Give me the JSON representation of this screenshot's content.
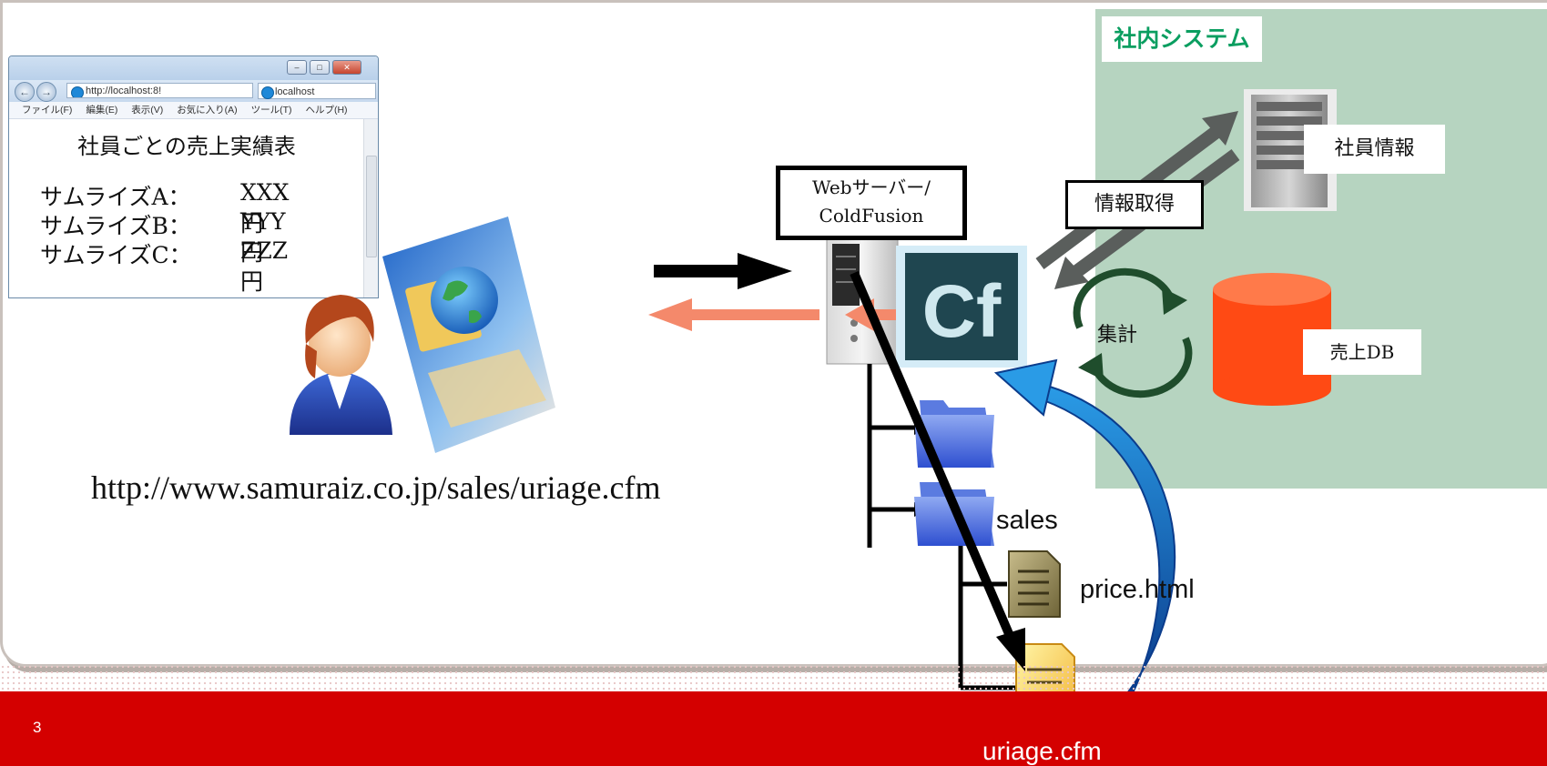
{
  "slide": {
    "page_number": "3"
  },
  "browser": {
    "address": "http://localhost:8!",
    "tab_title": "localhost",
    "menu": [
      "ファイル(F)",
      "編集(E)",
      "表示(V)",
      "お気に入り(A)",
      "ツール(T)",
      "ヘルプ(H)"
    ],
    "report_title": "社員ごとの売上実績表",
    "rows": [
      {
        "name": "サムライズA：",
        "amount": "XXX円"
      },
      {
        "name": "サムライズB：",
        "amount": "YYY円"
      },
      {
        "name": "サムライズC：",
        "amount": "ZZZ円"
      }
    ]
  },
  "url": "http://www.samuraiz.co.jp/sales/uriage.cfm",
  "server": {
    "line1": "Webサーバー/",
    "line2": "ColdFusion",
    "cf_logo": "Cf"
  },
  "internal": {
    "title": "社内システム",
    "fetch_label": "情報取得",
    "employee_label": "社員情報",
    "aggregate_label": "集計",
    "db_label": "売上DB"
  },
  "files": {
    "sales": "sales",
    "price": "price.html",
    "uriage": "uriage.cfm"
  },
  "colors": {
    "footer": "#d40000",
    "panel": "#b6d4c0",
    "panel_title": "#0a9e60",
    "response_arrow": "#f4896b",
    "db": "#ff4a14",
    "cf_bg": "#1f4650",
    "aggregate_arrows": "#1f4d2c",
    "fetch_arrows": "#5a5e5c",
    "curve_arrow": "#1b73c7"
  },
  "icons": [
    "user-icon",
    "computer-globe-icon",
    "server-tower-icon",
    "coldfusion-logo-icon",
    "server-rack-icon",
    "database-icon",
    "folder-icon",
    "document-icon",
    "cfm-file-icon"
  ]
}
